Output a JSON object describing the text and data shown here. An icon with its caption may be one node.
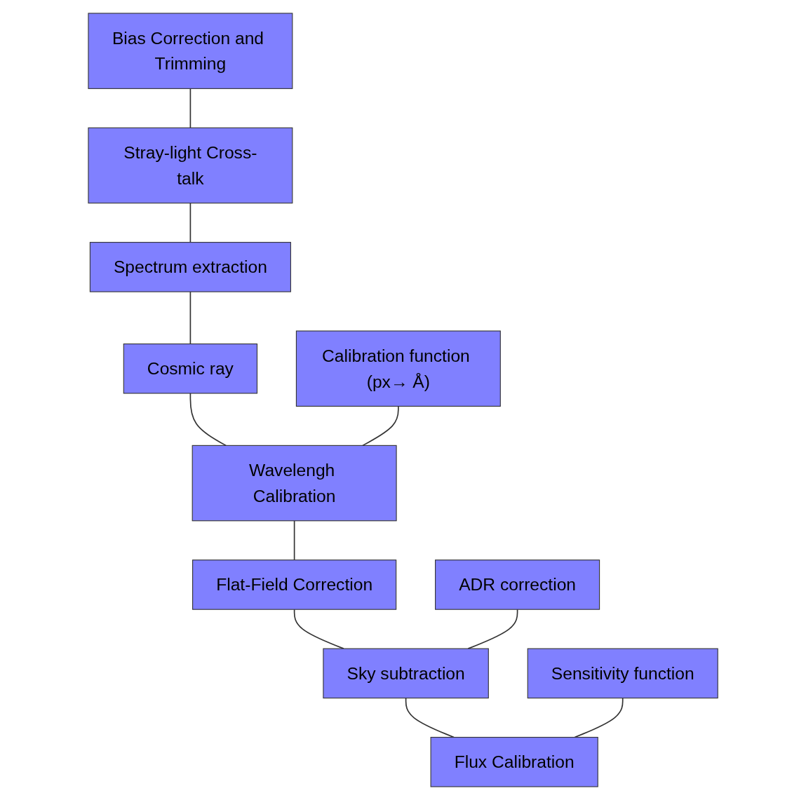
{
  "diagram": {
    "nodes": [
      {
        "text": [
          "Bias Correction and Trimming"
        ]
      },
      {
        "text": [
          "Stray-light Cross-talk"
        ]
      },
      {
        "text": [
          "Spectrum extraction"
        ]
      },
      {
        "text": [
          "Cosmic ray"
        ]
      },
      {
        "text": [
          "Calibration function (px→ Å)"
        ]
      },
      {
        "text": [
          "Wavelengh Calibration"
        ]
      },
      {
        "text": [
          "Flat-Field Correction"
        ]
      },
      {
        "text": [
          "ADR correction"
        ]
      },
      {
        "text": [
          "Sky subtraction"
        ]
      },
      {
        "text": [
          "Sensitivity function"
        ]
      },
      {
        "text": [
          "Flux Calibration"
        ]
      }
    ],
    "edges": [
      {
        "from": 0,
        "to": 1,
        "arrow": "none"
      },
      {
        "from": 1,
        "to": 2,
        "arrow": "none"
      },
      {
        "from": 2,
        "to": 3,
        "arrow": "none"
      },
      {
        "from": 3,
        "to": 5,
        "arrow": "none"
      },
      {
        "from": 4,
        "to": 5,
        "arrow": "none"
      },
      {
        "from": 5,
        "to": 6,
        "arrow": "none"
      },
      {
        "from": 6,
        "to": 8,
        "arrow": "none"
      },
      {
        "from": 7,
        "to": 8,
        "arrow": "none"
      },
      {
        "from": 8,
        "to": 10,
        "arrow": "none"
      },
      {
        "from": 9,
        "to": 10,
        "arrow": "none"
      }
    ]
  }
}
